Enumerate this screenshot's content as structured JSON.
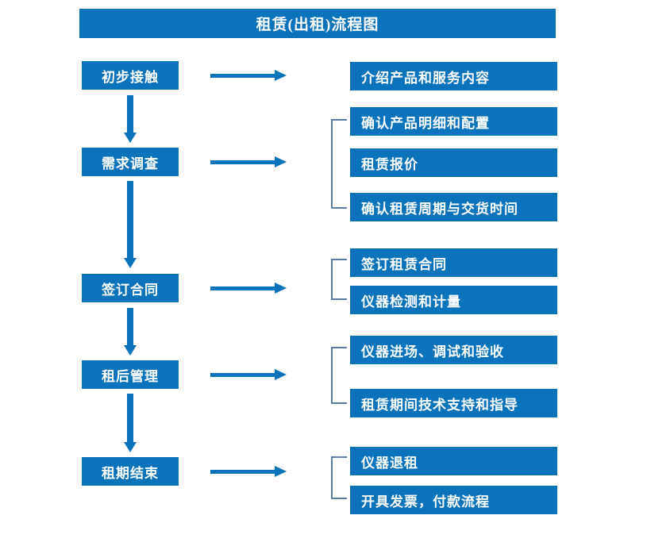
{
  "diagram": {
    "title": "租赁(出租)流程图",
    "colors": {
      "box_fill": "#0b72bc",
      "box_text": "#ffffff",
      "arrow": "#0b72bc",
      "bracket": "#5a7fa8",
      "background": "#ffffff"
    },
    "stages": [
      {
        "label": "初步接触"
      },
      {
        "label": "需求调查"
      },
      {
        "label": "签订合同"
      },
      {
        "label": "租后管理"
      },
      {
        "label": "租期结束"
      }
    ],
    "details": [
      {
        "label": "介绍产品和服务内容"
      },
      {
        "label": "确认产品明细和配置"
      },
      {
        "label": "租赁报价"
      },
      {
        "label": "确认租赁周期与交货时间"
      },
      {
        "label": "签订租赁合同"
      },
      {
        "label": "仪器检测和计量"
      },
      {
        "label": "仪器进场、调试和验收"
      },
      {
        "label": "租赁期间技术支持和指导"
      },
      {
        "label": "仪器退租"
      },
      {
        "label": "开具发票，付款流程"
      }
    ],
    "groups": [
      {
        "stage": "初步接触",
        "details": [
          "介绍产品和服务内容"
        ],
        "bracketed": false
      },
      {
        "stage": "需求调查",
        "details": [
          "确认产品明细和配置",
          "租赁报价",
          "确认租赁周期与交货时间"
        ],
        "bracketed": true
      },
      {
        "stage": "签订合同",
        "details": [
          "签订租赁合同",
          "仪器检测和计量"
        ],
        "bracketed": true
      },
      {
        "stage": "租后管理",
        "details": [
          "仪器进场、调试和验收",
          "租赁期间技术支持和指导"
        ],
        "bracketed": true
      },
      {
        "stage": "租期结束",
        "details": [
          "仪器退租",
          "开具发票，付款流程"
        ],
        "bracketed": true
      }
    ],
    "flow_order": [
      "初步接触",
      "需求调查",
      "签订合同",
      "租后管理",
      "租期结束"
    ]
  }
}
